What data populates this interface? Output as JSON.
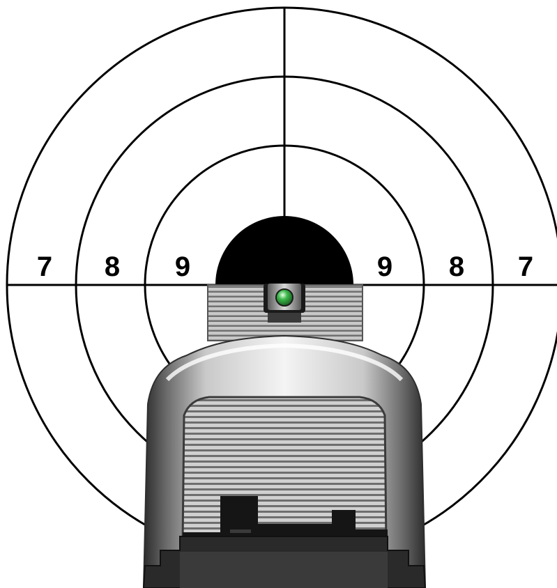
{
  "target": {
    "scores_left": [
      "7",
      "8",
      "9"
    ],
    "scores_right": [
      "9",
      "8",
      "7"
    ]
  },
  "sight": {
    "front_dot_color": "#3cb84a",
    "bullseye_color": "#000000",
    "ring_color": "#000000"
  }
}
